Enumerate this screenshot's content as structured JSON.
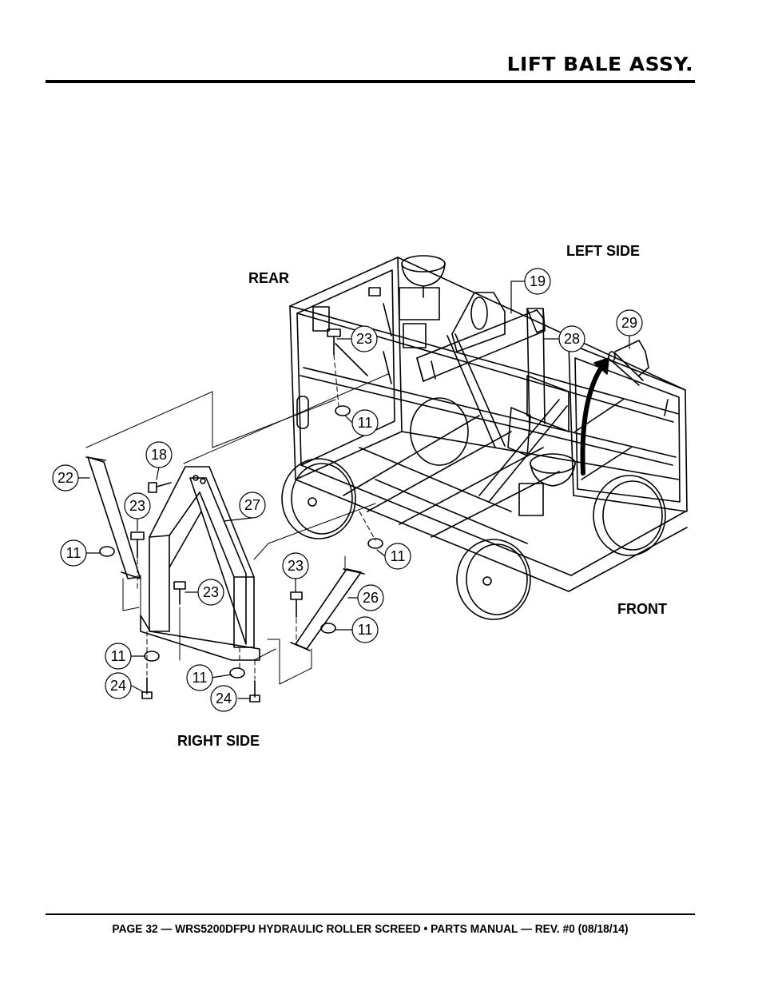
{
  "header": {
    "title": "LIFT BALE ASSY."
  },
  "labels": {
    "rear": "REAR",
    "left_side": "LEFT SIDE",
    "front": "FRONT",
    "right_side": "RIGHT SIDE"
  },
  "callouts": [
    {
      "id": "c19",
      "text": "19"
    },
    {
      "id": "c28",
      "text": "28"
    },
    {
      "id": "c29",
      "text": "29"
    },
    {
      "id": "c23a",
      "text": "23"
    },
    {
      "id": "c11a",
      "text": "11"
    },
    {
      "id": "c18",
      "text": "18"
    },
    {
      "id": "c22",
      "text": "22"
    },
    {
      "id": "c23b",
      "text": "23"
    },
    {
      "id": "c27",
      "text": "27"
    },
    {
      "id": "c11b",
      "text": "11"
    },
    {
      "id": "c23c",
      "text": "23"
    },
    {
      "id": "c11c",
      "text": "11"
    },
    {
      "id": "c23d",
      "text": "23"
    },
    {
      "id": "c26",
      "text": "26"
    },
    {
      "id": "c11d",
      "text": "11"
    },
    {
      "id": "c11e",
      "text": "11"
    },
    {
      "id": "c24a",
      "text": "24"
    },
    {
      "id": "c11f",
      "text": "11"
    },
    {
      "id": "c24b",
      "text": "24"
    }
  ],
  "footer": {
    "text": "PAGE 32 — WRS5200DFPU HYDRAULIC ROLLER SCREED • PARTS MANUAL  — REV. #0 (08/18/14)"
  }
}
